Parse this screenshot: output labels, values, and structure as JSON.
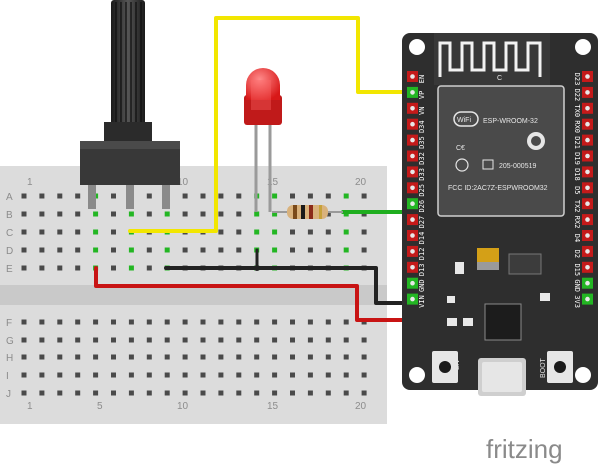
{
  "breadboard": {
    "row_labels": [
      "A",
      "B",
      "C",
      "D",
      "E",
      "F",
      "G",
      "H",
      "I",
      "J"
    ],
    "column_numbers": [
      "1",
      "5",
      "10",
      "15",
      "20"
    ]
  },
  "esp32": {
    "module_name": "ESP-WROOM-32",
    "fcc_id": "FCC ID:2AC7Z-ESPWROOM32",
    "cert": "205-000519",
    "antenna_mark": "C",
    "left_pins": [
      "EN",
      "VP",
      "VN",
      "D34",
      "D35",
      "D32",
      "D33",
      "D25",
      "D26",
      "D27",
      "D14",
      "D12",
      "D13",
      "GND",
      "VIN"
    ],
    "right_pins": [
      "D23",
      "D22",
      "TX0",
      "RX0",
      "D21",
      "D19",
      "D18",
      "D5",
      "TX2",
      "RX2",
      "D4",
      "D2",
      "D15",
      "GND",
      "3V3"
    ],
    "button_en": "EN",
    "button_boot": "BOOT"
  },
  "logo": {
    "text": "fritzing"
  },
  "colors": {
    "wire_yellow": "#f2e600",
    "wire_green": "#1fae1f",
    "wire_red": "#c81414",
    "wire_black": "#222222",
    "led": "#e02020",
    "board": "#2e2e2e"
  }
}
